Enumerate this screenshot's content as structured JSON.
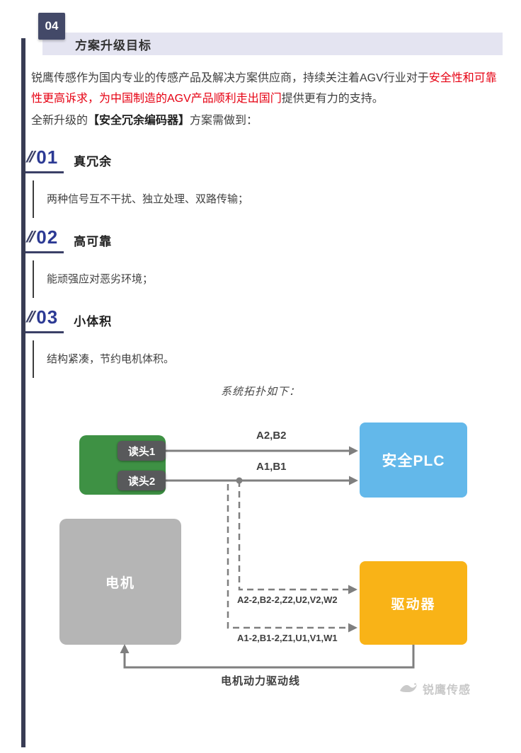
{
  "header": {
    "badge": "04",
    "title": "方案升级目标"
  },
  "intro": {
    "seg_dark1": "锐鹰传感作为国内专业的传感产品及解决方案供应商，持续关注着AGV行业对于",
    "seg_red": "安全性和可靠性更高诉求，为中国制造的AGV产品顺利走出国门",
    "seg_dark2": "提供更有力的支持。",
    "goal_pre": "全新升级的",
    "goal_bold": "【安全冗余编码器】",
    "goal_post": "方案需做到："
  },
  "items": [
    {
      "number": "01",
      "title": "真冗余",
      "desc": "两种信号互不干扰、独立处理、双路传输；"
    },
    {
      "number": "02",
      "title": "高可靠",
      "desc": "能顽强应对恶劣环境；"
    },
    {
      "number": "03",
      "title": "小体积",
      "desc": "结构紧凑，节约电机体积。"
    }
  ],
  "topology": {
    "caption": "系统拓扑如下：",
    "nodes": {
      "readhead1": "读头1",
      "readhead2": "读头2",
      "plc": "安全PLC",
      "motor": "电机",
      "driver": "驱动器"
    },
    "edge_labels": {
      "plc_top": "A2,B2",
      "plc_bottom": "A1,B1",
      "driver_top": "A2-2,B2-2,Z2,U2,V2,W2",
      "driver_bottom": "A1-2,B1-2,Z1,U1,V1,W1",
      "power": "电机动力驱动线"
    },
    "colors": {
      "readhead_box": "#3e9144",
      "readhead_label": "#58595b",
      "plc": "#63b8ea",
      "driver": "#f9b317",
      "motor": "#b5b5b5",
      "wire": "#7f7f7f"
    }
  },
  "watermark": {
    "brand": "锐鹰传感"
  },
  "theme": {
    "accent_navy": "#3b4067",
    "number_blue": "#2c3a94",
    "highlight_red": "#e60012",
    "header_bar": "#e4e4f1",
    "badge_bg": "#434968"
  }
}
